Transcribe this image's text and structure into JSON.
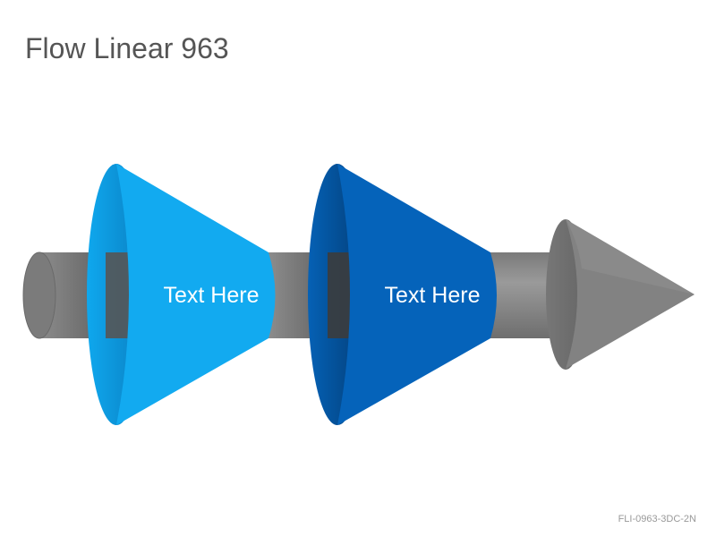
{
  "title": "Flow Linear 963",
  "code": "FLI-0963-3DC-2N",
  "stages": [
    {
      "label": "Text Here",
      "color": "#0FA8EE"
    },
    {
      "label": "Text Here",
      "color": "#0561B5"
    }
  ],
  "colors": {
    "pipe": "#8A8A8A",
    "arrow": "#7F7F7F"
  }
}
